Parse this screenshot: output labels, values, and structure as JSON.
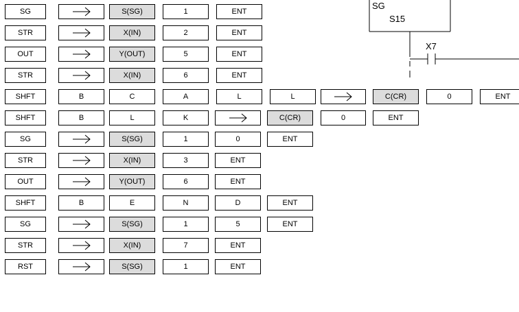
{
  "rows": [
    [
      {
        "t": "SG"
      },
      {
        "t": "arrow-icon"
      },
      {
        "t": "S(SG)",
        "g": 1
      },
      {
        "t": "1"
      },
      {
        "t": "ENT"
      }
    ],
    [
      {
        "t": "STR"
      },
      {
        "t": "arrow-icon"
      },
      {
        "t": "X(IN)",
        "g": 1
      },
      {
        "t": "2"
      },
      {
        "t": "ENT"
      }
    ],
    [
      {
        "t": "OUT"
      },
      {
        "t": "arrow-icon"
      },
      {
        "t": "Y(OUT)",
        "g": 1
      },
      {
        "t": "5"
      },
      {
        "t": "ENT"
      }
    ],
    [
      {
        "t": "STR"
      },
      {
        "t": "arrow-icon"
      },
      {
        "t": "X(IN)",
        "g": 1
      },
      {
        "t": "6"
      },
      {
        "t": "ENT"
      }
    ],
    [
      {
        "t": "SHFT"
      },
      {
        "t": "B"
      },
      {
        "t": "C"
      },
      {
        "t": "A"
      },
      {
        "t": "L"
      },
      {
        "t": "L"
      },
      {
        "t": "arrow-icon"
      },
      {
        "t": "C(CR)",
        "g": 1
      },
      {
        "t": "0"
      },
      {
        "t": "ENT"
      }
    ],
    [
      {
        "t": "SHFT"
      },
      {
        "t": "B"
      },
      {
        "t": "L"
      },
      {
        "t": "K"
      },
      {
        "t": "arrow-icon"
      },
      {
        "t": "C(CR)",
        "g": 1
      },
      {
        "t": "0"
      },
      {
        "t": "ENT"
      }
    ],
    [
      {
        "t": "SG"
      },
      {
        "t": "arrow-icon"
      },
      {
        "t": "S(SG)",
        "g": 1
      },
      {
        "t": "1"
      },
      {
        "t": "0"
      },
      {
        "t": "ENT"
      }
    ],
    [
      {
        "t": "STR"
      },
      {
        "t": "arrow-icon"
      },
      {
        "t": "X(IN)",
        "g": 1
      },
      {
        "t": "3"
      },
      {
        "t": "ENT"
      }
    ],
    [
      {
        "t": "OUT"
      },
      {
        "t": "arrow-icon"
      },
      {
        "t": "Y(OUT)",
        "g": 1
      },
      {
        "t": "6"
      },
      {
        "t": "ENT"
      }
    ],
    [
      {
        "t": "SHFT"
      },
      {
        "t": "B"
      },
      {
        "t": "E"
      },
      {
        "t": "N"
      },
      {
        "t": "D"
      },
      {
        "t": "ENT"
      }
    ],
    [
      {
        "t": "SG"
      },
      {
        "t": "arrow-icon"
      },
      {
        "t": "S(SG)",
        "g": 1
      },
      {
        "t": "1"
      },
      {
        "t": "5"
      },
      {
        "t": "ENT"
      }
    ],
    [
      {
        "t": "STR"
      },
      {
        "t": "arrow-icon"
      },
      {
        "t": "X(IN)",
        "g": 1
      },
      {
        "t": "7"
      },
      {
        "t": "ENT"
      }
    ],
    [
      {
        "t": "RST"
      },
      {
        "t": "arrow-icon"
      },
      {
        "t": "S(SG)",
        "g": 1
      },
      {
        "t": "1"
      },
      {
        "t": "ENT"
      }
    ]
  ],
  "ladder": {
    "sg_label": "SG",
    "stage_label": "S15",
    "contact_label": "X7"
  },
  "colors": {
    "key_border": "#000000",
    "key_highlight": "#dcdcdc"
  }
}
